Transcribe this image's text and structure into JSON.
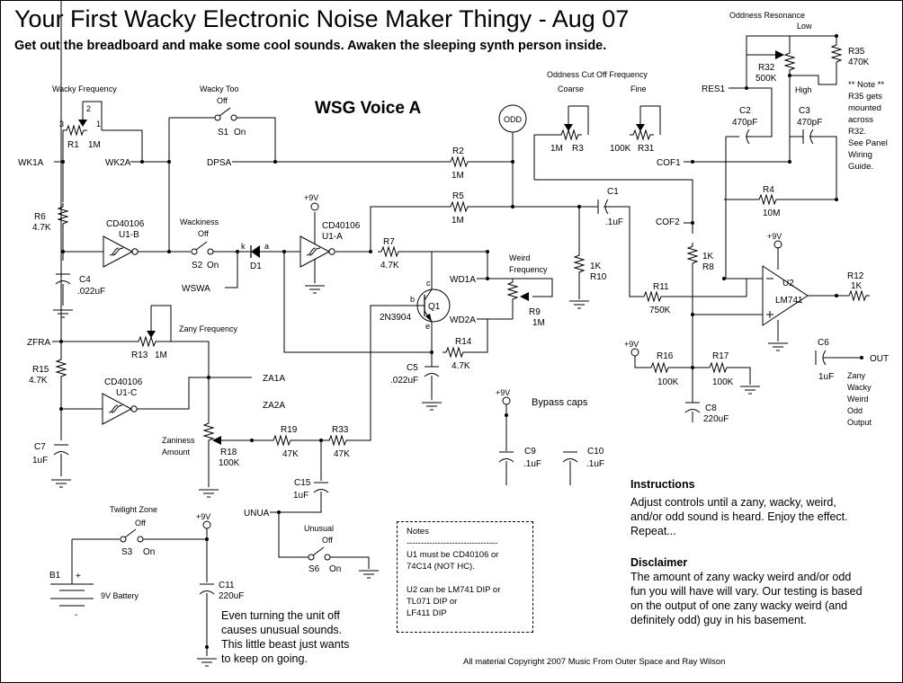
{
  "header": {
    "title": "Your First Wacky Electronic Noise Maker Thingy - Aug 07",
    "subtitle": "Get out the breadboard and make some cool sounds. Awaken the sleeping synth person inside.",
    "voice_label": "WSG Voice A"
  },
  "labels": {
    "wacky_frequency": "Wacky Frequency",
    "wacky_too": "Wacky Too",
    "off": "Off",
    "on": "On",
    "wackiness": "Wackiness",
    "zany_frequency": "Zany Frequency",
    "zaniness_amount_1": "Zaniness",
    "zaniness_amount_2": "Amount",
    "weird_frequency_1": "Weird",
    "weird_frequency_2": "Frequency",
    "oddness_cutoff": "Oddness Cut Off Frequency",
    "coarse": "Coarse",
    "fine": "Fine",
    "oddness_resonance": "Oddness Resonance",
    "low": "Low",
    "high": "High",
    "twilight_zone": "Twilight Zone",
    "unusual": "Unusual",
    "bypass_caps": "Bypass caps",
    "battery": "9V Battery",
    "odd_node": "ODD",
    "plus9v": "+9V",
    "out": "OUT",
    "plus": "+",
    "minus": "-"
  },
  "nets": [
    "WK1A",
    "WK2A",
    "DPSA",
    "WSWA",
    "ZFRA",
    "ZA1A",
    "ZA2A",
    "WD1A",
    "WD2A",
    "UNUA",
    "RES1",
    "COF1",
    "COF2"
  ],
  "components": {
    "R1": {
      "ref": "R1",
      "value": "1M"
    },
    "R2": {
      "ref": "R2",
      "value": "1M"
    },
    "R3": {
      "ref": "R3",
      "value": "1M"
    },
    "R4": {
      "ref": "R4",
      "value": "10M"
    },
    "R5": {
      "ref": "R5",
      "value": "1M"
    },
    "R6": {
      "ref": "R6",
      "value": "4.7K"
    },
    "R7": {
      "ref": "R7",
      "value": "4.7K"
    },
    "R8": {
      "ref": "R8",
      "value": "1K"
    },
    "R9": {
      "ref": "R9",
      "value": "1M"
    },
    "R10": {
      "ref": "R10",
      "value": "1K"
    },
    "R11": {
      "ref": "R11",
      "value": "750K"
    },
    "R12": {
      "ref": "R12",
      "value": "1K"
    },
    "R13": {
      "ref": "R13",
      "value": "1M"
    },
    "R14": {
      "ref": "R14",
      "value": "4.7K"
    },
    "R15": {
      "ref": "R15",
      "value": "4.7K"
    },
    "R16": {
      "ref": "R16",
      "value": "100K"
    },
    "R17": {
      "ref": "R17",
      "value": "100K"
    },
    "R18": {
      "ref": "R18",
      "value": "100K"
    },
    "R19": {
      "ref": "R19",
      "value": "47K"
    },
    "R31": {
      "ref": "R31",
      "value": "100K"
    },
    "R32": {
      "ref": "R32",
      "value": "500K"
    },
    "R33": {
      "ref": "R33",
      "value": "47K"
    },
    "R35": {
      "ref": "R35",
      "value": "470K"
    },
    "C1": {
      "ref": "C1",
      "value": ".1uF"
    },
    "C2": {
      "ref": "C2",
      "value": "470pF"
    },
    "C3": {
      "ref": "C3",
      "value": "470pF"
    },
    "C4": {
      "ref": "C4",
      "value": ".022uF"
    },
    "C5": {
      "ref": "C5",
      "value": ".022uF"
    },
    "C6": {
      "ref": "C6",
      "value": "1uF"
    },
    "C7": {
      "ref": "C7",
      "value": "1uF"
    },
    "C8": {
      "ref": "C8",
      "value": "220uF"
    },
    "C9": {
      "ref": "C9",
      "value": ".1uF"
    },
    "C10": {
      "ref": "C10",
      "value": ".1uF"
    },
    "C11": {
      "ref": "C11",
      "value": "220uF"
    },
    "C15": {
      "ref": "C15",
      "value": "1uF"
    },
    "U1A": {
      "ref": "U1-A",
      "part": "CD40106"
    },
    "U1B": {
      "ref": "U1-B",
      "part": "CD40106"
    },
    "U1C": {
      "ref": "U1-C",
      "part": "CD40106"
    },
    "U2": {
      "ref": "U2",
      "part": "LM741"
    },
    "Q1": {
      "ref": "Q1",
      "part": "2N3904"
    },
    "D1": {
      "ref": "D1"
    },
    "S1": {
      "ref": "S1"
    },
    "S2": {
      "ref": "S2"
    },
    "S3": {
      "ref": "S3"
    },
    "S6": {
      "ref": "S6"
    },
    "B1": {
      "ref": "B1"
    }
  },
  "output_label": [
    "Zany",
    "Wacky",
    "Weird",
    "Odd",
    "Output"
  ],
  "r35_note": [
    "** Note **",
    "R35 gets",
    "mounted",
    "across",
    "R32.",
    "See Panel",
    "Wiring",
    "Guide."
  ],
  "notes": {
    "title": "Notes",
    "rule": "--------------------------------",
    "lines": [
      "U1 must be CD40106 or",
      "74C14 (NOT HC).",
      "",
      "U2 can be LM741 DIP or",
      "TL071 DIP or",
      "LF411 DIP"
    ]
  },
  "unit_off_text": [
    "Even turning the unit off",
    "causes unusual sounds.",
    "This little beast just wants",
    "to keep on going."
  ],
  "instructions": {
    "heading": "Instructions",
    "lines": [
      "Adjust controls until a zany, wacky, weird,",
      "and/or odd sound is heard. Enjoy the effect.",
      "Repeat..."
    ]
  },
  "disclaimer": {
    "heading": "Disclaimer",
    "lines": [
      "The amount of zany wacky weird and/or odd",
      "fun you will have will vary. Our testing is based",
      "on the output of one zany wacky weird (and",
      "definitely odd) guy in his basement."
    ]
  },
  "copyright": "All material Copyright 2007 Music From Outer Space and Ray Wilson"
}
